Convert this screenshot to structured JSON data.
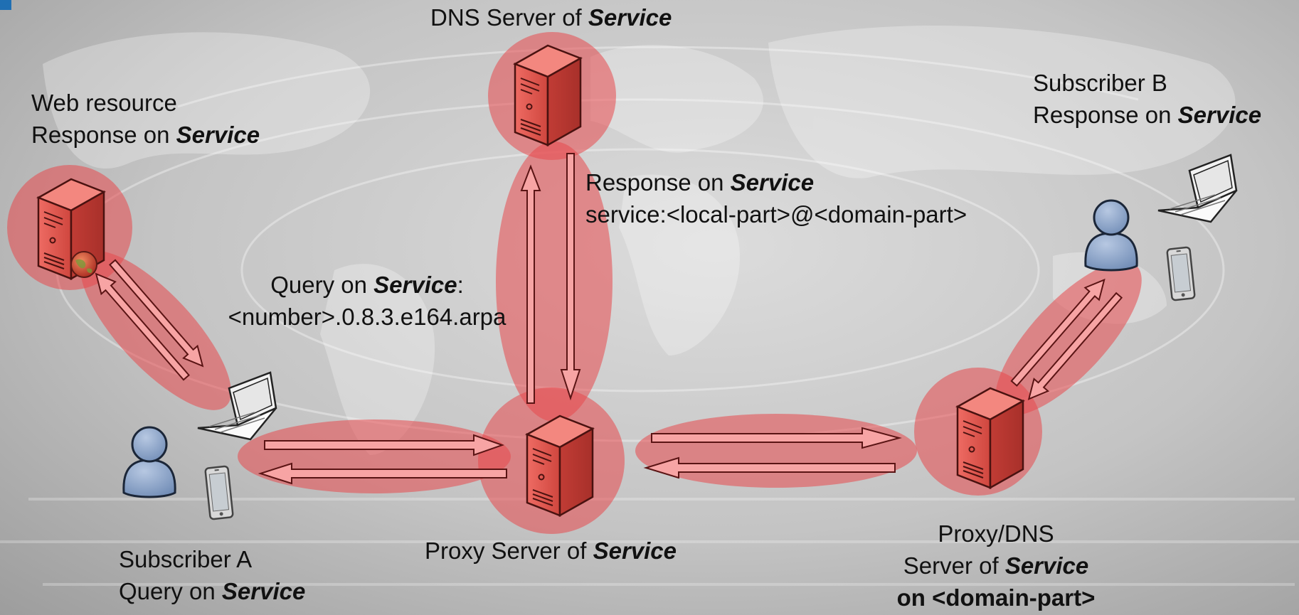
{
  "colors": {
    "highlight": "#e8484d",
    "server_face": "#e2564d",
    "person_fill": "#8aa3c8",
    "background": "#c8c8c8"
  },
  "labels": {
    "dns_server": {
      "prefix": "DNS Server of ",
      "emph": "Service"
    },
    "web_resource": {
      "line1": "Web resource",
      "line2_prefix": "Response on ",
      "line2_emph": "Service"
    },
    "subscriber_b": {
      "line1": "Subscriber B",
      "line2_prefix": "Response on ",
      "line2_emph": "Service"
    },
    "dns_response": {
      "line1_prefix": "Response on ",
      "line1_emph": "Service",
      "line2": "service:<local-part>@<domain-part>"
    },
    "query": {
      "line1_prefix": "Query on ",
      "line1_emph": "Service",
      "line1_suffix": ":",
      "line2": "<number>.0.8.3.e164.arpa"
    },
    "proxy_server": {
      "prefix": "Proxy Server of ",
      "emph": "Service"
    },
    "subscriber_a": {
      "line1": "Subscriber A",
      "line2_prefix": "Query on ",
      "line2_emph": "Service"
    },
    "proxy_dns": {
      "line1": "Proxy/DNS",
      "line2_prefix": "Server of ",
      "line2_emph": "Service",
      "line3": "on <domain-part>"
    }
  },
  "icons": {
    "server": "server-tower-icon",
    "globe": "globe-icon",
    "laptop": "laptop-icon",
    "tablet": "tablet-icon",
    "user": "user-icon"
  }
}
